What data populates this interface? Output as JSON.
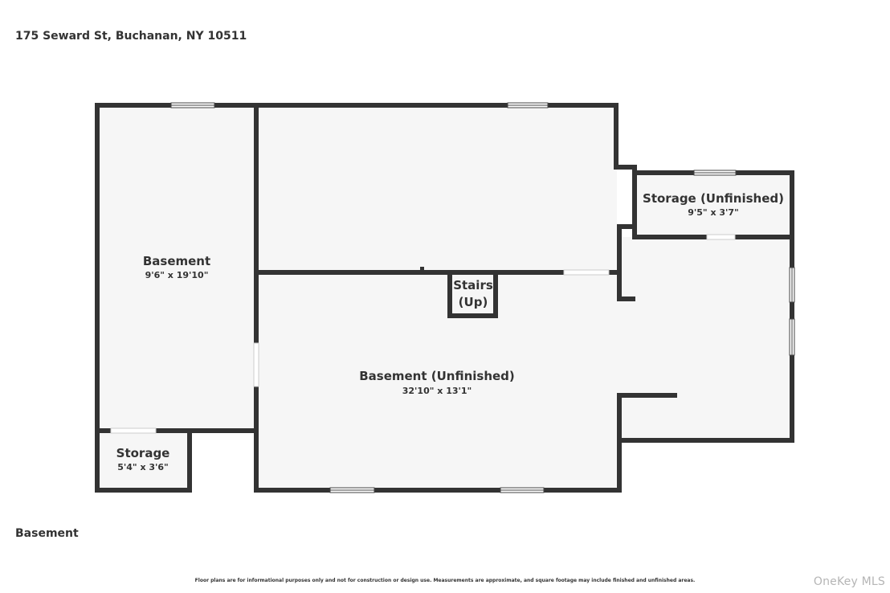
{
  "address": "175 Seward St, Buchanan, NY 10511",
  "floor_name": "Basement",
  "disclaimer": "Floor plans are for informational purposes only and not for construction or design use. Measurements are approximate, and square footage may include finished and unfinished areas.",
  "watermark": "OneKey MLS",
  "rooms": [
    {
      "name": "Basement",
      "dimensions": "9'6\" x 19'10\""
    },
    {
      "name": "Storage (Unfinished)",
      "dimensions": "9'5\" x 3'7\""
    },
    {
      "name": "Basement (Unfinished)",
      "dimensions": "32'10\" x 13'1\""
    },
    {
      "name": "Storage",
      "dimensions": "5'4\" x 3'6\""
    },
    {
      "name_line1": "Stairs",
      "name_line2": "(Up)"
    }
  ],
  "colors": {
    "wall": "#333333",
    "floor": "#f6f6f6",
    "text": "#333333",
    "watermark": "#b5b5b5"
  }
}
